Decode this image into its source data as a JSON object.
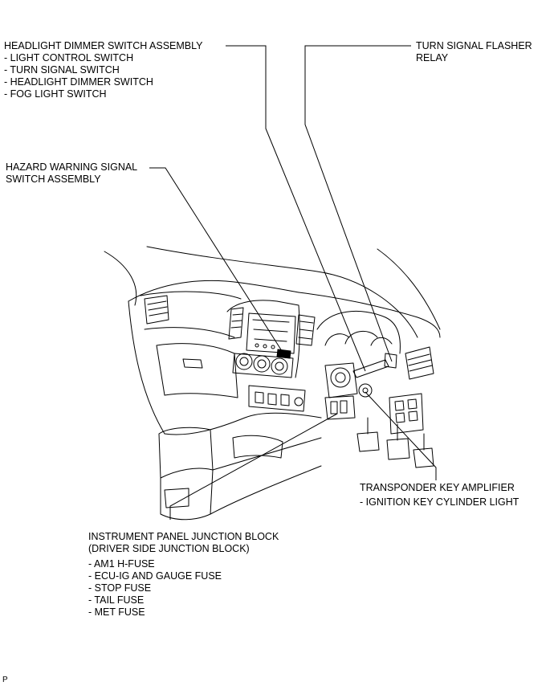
{
  "callouts": {
    "headlight": {
      "title": "HEADLIGHT DIMMER SWITCH ASSEMBLY",
      "items": [
        "- LIGHT CONTROL SWITCH",
        "- TURN SIGNAL SWITCH",
        "- HEADLIGHT DIMMER SWITCH",
        "- FOG LIGHT SWITCH"
      ]
    },
    "flasher": {
      "line1": "TURN SIGNAL FLASHER",
      "line2": "RELAY"
    },
    "hazard": {
      "line1": "HAZARD WARNING SIGNAL",
      "line2": "SWITCH ASSEMBLY"
    },
    "transponder": {
      "title": "TRANSPONDER KEY AMPLIFIER",
      "items": [
        "- IGNITION KEY CYLINDER LIGHT"
      ]
    },
    "junction": {
      "line1": "INSTRUMENT PANEL JUNCTION BLOCK",
      "line2": "(DRIVER SIDE JUNCTION BLOCK)",
      "items": [
        "- AM1 H-FUSE",
        "- ECU-IG AND GAUGE FUSE",
        "- STOP FUSE",
        "- TAIL FUSE",
        "- MET FUSE"
      ]
    }
  },
  "corner_mark": "P"
}
